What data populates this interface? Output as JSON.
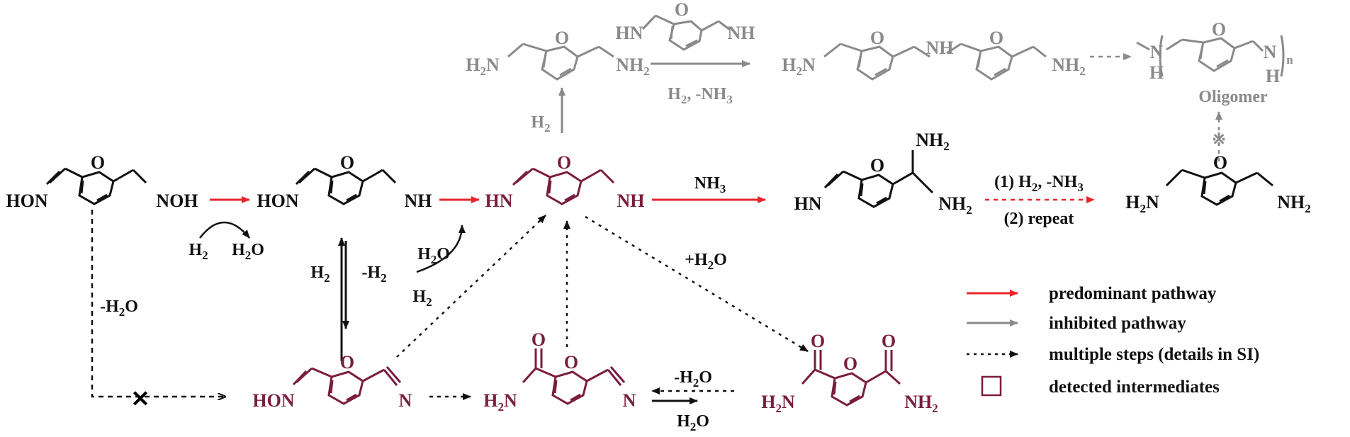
{
  "colors": {
    "black": "#111111",
    "gray": "#8a8a8a",
    "maroon": "#7a1d3f",
    "red": "#e8262a"
  },
  "labels": {
    "hon": "HON",
    "noh": "NOH",
    "nh": "NH",
    "hn": "HN",
    "h2n": "H",
    "nh2": "NH",
    "n": "N",
    "sub2": "2",
    "subn": "n",
    "nh3": "NH",
    "sub3": "3",
    "ring_o": "O",
    "carbonyl_o": "O",
    "h": "H",
    "oligomer": "Oligomer"
  },
  "conditions": {
    "h2": "H",
    "h2o": "H",
    "o": "O",
    "minus_h2": "-H",
    "minus_h2o": "-H",
    "plus_h2o": "+H",
    "h2_minus_nh3": "H",
    "sep_minus_nh3": ", -NH",
    "step1": "(1) H",
    "step1_rest": ", -NH",
    "step2": "(2)  repeat",
    "no_reaction": "✕",
    "inhibited": "※"
  },
  "legend": {
    "predominant": "predominant pathway",
    "inhibited": "inhibited pathway",
    "multiple": "multiple steps (details in SI)",
    "detected": "detected intermediates"
  }
}
